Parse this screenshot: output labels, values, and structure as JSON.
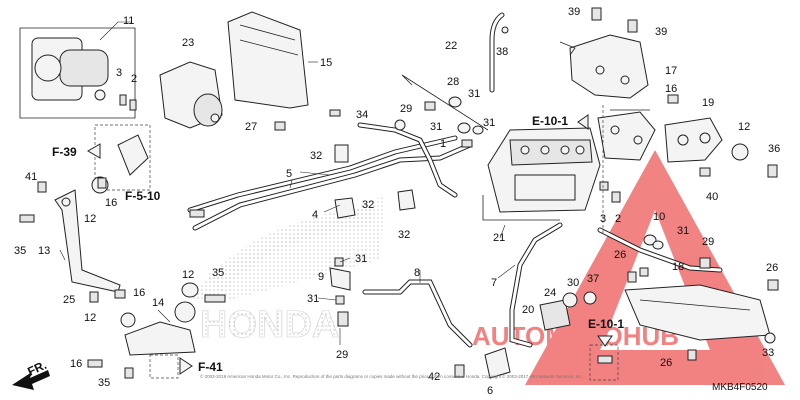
{
  "diagram": {
    "code": "MKB4F0520",
    "copyright": "© 2003-2019 American Honda Motor Co., Inc. Reproduction of the parts diagrams or copies made without the prior written consent of Honda. Copyright © 2003-2017 ARI Network Services, Inc.",
    "watermark_brand": "AUTOMOTOHUB",
    "watermark_bg": "HONDA",
    "colors": {
      "watermark": "#e8302f",
      "ink": "#111111",
      "honda_bg": "#d8d8d8"
    }
  },
  "refs": [
    {
      "id": "f39",
      "label": "F-39",
      "arrow": "left"
    },
    {
      "id": "f510",
      "label": "F-5-10",
      "arrow": "none"
    },
    {
      "id": "f41",
      "label": "F-41",
      "arrow": "right"
    },
    {
      "id": "e101a",
      "label": "E-10-1",
      "arrow": "left"
    },
    {
      "id": "e101b",
      "label": "E-10-1",
      "arrow": "down"
    },
    {
      "id": "fr",
      "label": "FR.",
      "arrow": "front"
    }
  ],
  "callouts": [
    {
      "id": "c11",
      "label": "11"
    },
    {
      "id": "c3a",
      "label": "3"
    },
    {
      "id": "c2a",
      "label": "2"
    },
    {
      "id": "c23",
      "label": "23"
    },
    {
      "id": "c15",
      "label": "15"
    },
    {
      "id": "c34",
      "label": "34"
    },
    {
      "id": "c27",
      "label": "27"
    },
    {
      "id": "c22",
      "label": "22"
    },
    {
      "id": "c38",
      "label": "38"
    },
    {
      "id": "c39a",
      "label": "39"
    },
    {
      "id": "c39b",
      "label": "39"
    },
    {
      "id": "c17",
      "label": "17"
    },
    {
      "id": "c28",
      "label": "28"
    },
    {
      "id": "c29a",
      "label": "29"
    },
    {
      "id": "c31a",
      "label": "31"
    },
    {
      "id": "c31b",
      "label": "31"
    },
    {
      "id": "c31c",
      "label": "31"
    },
    {
      "id": "c1",
      "label": "1"
    },
    {
      "id": "c32a",
      "label": "32"
    },
    {
      "id": "c5",
      "label": "5"
    },
    {
      "id": "c4",
      "label": "4"
    },
    {
      "id": "c32b",
      "label": "32"
    },
    {
      "id": "c32c",
      "label": "32"
    },
    {
      "id": "c16a",
      "label": "16"
    },
    {
      "id": "c19",
      "label": "19"
    },
    {
      "id": "c12a",
      "label": "12"
    },
    {
      "id": "c36",
      "label": "36"
    },
    {
      "id": "c40",
      "label": "40"
    },
    {
      "id": "c3b",
      "label": "3"
    },
    {
      "id": "c2b",
      "label": "2"
    },
    {
      "id": "c10",
      "label": "10"
    },
    {
      "id": "c31d",
      "label": "31"
    },
    {
      "id": "c29b",
      "label": "29"
    },
    {
      "id": "c21",
      "label": "21"
    },
    {
      "id": "c26a",
      "label": "26"
    },
    {
      "id": "c18",
      "label": "18"
    },
    {
      "id": "c26b",
      "label": "26"
    },
    {
      "id": "c41",
      "label": "41"
    },
    {
      "id": "c12b",
      "label": "12"
    },
    {
      "id": "c16b",
      "label": "16"
    },
    {
      "id": "c35a",
      "label": "35"
    },
    {
      "id": "c13",
      "label": "13"
    },
    {
      "id": "c35b",
      "label": "35"
    },
    {
      "id": "c9",
      "label": "9"
    },
    {
      "id": "c31e",
      "label": "31"
    },
    {
      "id": "c31f",
      "label": "31"
    },
    {
      "id": "c8",
      "label": "8"
    },
    {
      "id": "c29c",
      "label": "29"
    },
    {
      "id": "c7",
      "label": "7"
    },
    {
      "id": "c30",
      "label": "30"
    },
    {
      "id": "c37",
      "label": "37"
    },
    {
      "id": "c24",
      "label": "24"
    },
    {
      "id": "c20",
      "label": "20"
    },
    {
      "id": "c25",
      "label": "25"
    },
    {
      "id": "c16c",
      "label": "16"
    },
    {
      "id": "c12c",
      "label": "12"
    },
    {
      "id": "c14",
      "label": "14"
    },
    {
      "id": "c12d",
      "label": "12"
    },
    {
      "id": "c16d",
      "label": "16"
    },
    {
      "id": "c35c",
      "label": "35"
    },
    {
      "id": "c42",
      "label": "42"
    },
    {
      "id": "c6",
      "label": "6"
    },
    {
      "id": "c33",
      "label": "33"
    },
    {
      "id": "c26c",
      "label": "26"
    }
  ]
}
